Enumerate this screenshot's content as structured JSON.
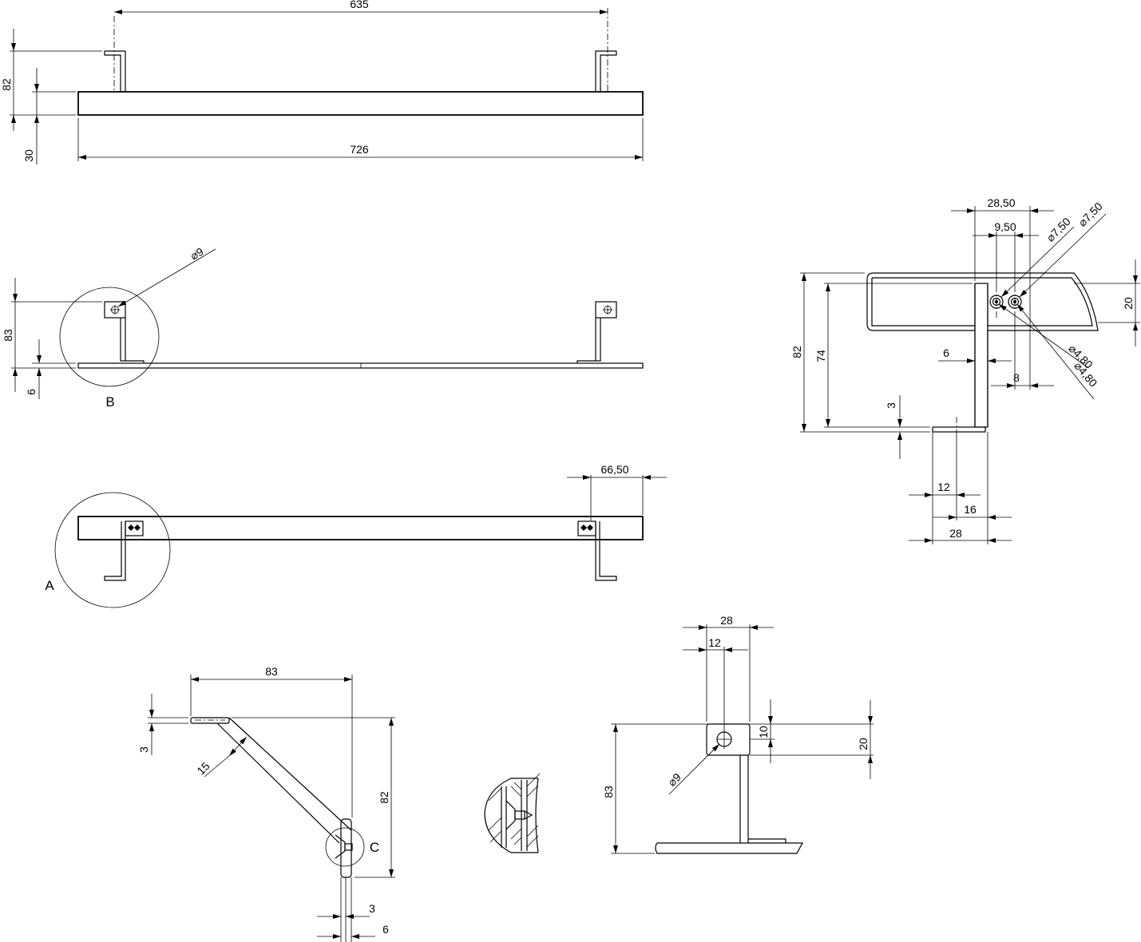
{
  "dimensions": {
    "top_635": "635",
    "top_726": "726",
    "top_82": "82",
    "top_30": "30",
    "side_dia9": "⌀9",
    "side_83": "83",
    "side_6": "6",
    "plan_6650": "66,50",
    "br_2850": "28,50",
    "br_950": "9,50",
    "br_dia750a": "⌀7,50",
    "br_dia750b": "⌀7,50",
    "br_20": "20",
    "br_82": "82",
    "br_74": "74",
    "br_6": "6",
    "br_8": "8",
    "br_dia480a": "⌀4,80",
    "br_dia480b": "⌀4,80",
    "br_3": "3",
    "br_12": "12",
    "br_16": "16",
    "br_28": "28",
    "det_83": "83",
    "det_3": "3",
    "det_15": "15",
    "det_82": "82",
    "det_3b": "3",
    "det_6": "6",
    "dr_28": "28",
    "dr_12": "12",
    "dr_10": "10",
    "dr_20": "20",
    "dr_83": "83",
    "dr_dia9": "⌀9"
  },
  "callouts": {
    "a": "A",
    "b": "B",
    "c": "C"
  }
}
